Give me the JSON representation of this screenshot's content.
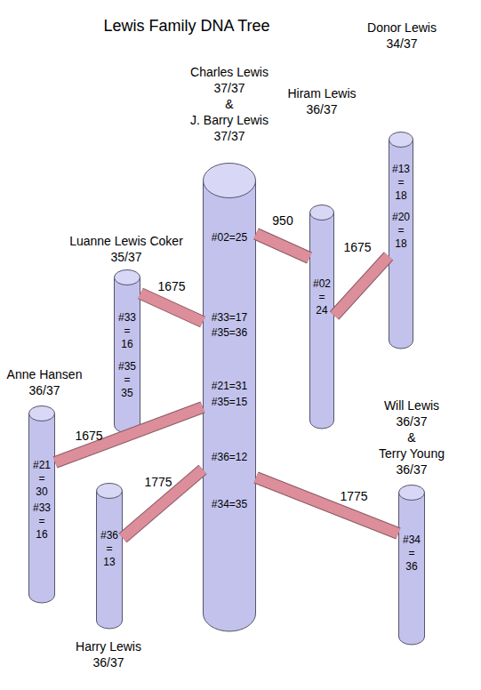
{
  "diagram": {
    "title": "Lewis Family DNA Tree",
    "nodes": [
      {
        "text": [
          "Charles Lewis 37/37",
          "&",
          "J. Barry Lewis 37/37",
          "#02=25",
          "#33=17",
          "#35=36",
          "#21=31",
          "#35=15",
          "#36=12",
          "#34=35"
        ]
      },
      {
        "text": [
          "Hiram Lewis 36/37",
          "#02 = 24"
        ]
      },
      {
        "text": [
          "Donor Lewis 34/37",
          "#13 = 18",
          "#20 = 18"
        ]
      },
      {
        "text": [
          "Luanne Lewis Coker 35/37",
          "#33 = 16",
          "#35 = 35"
        ]
      },
      {
        "text": [
          "Anne Hansen 36/37",
          "#21 = 30",
          "#33 = 16"
        ]
      },
      {
        "text": [
          "Harry Lewis 36/37",
          "#36 = 13"
        ]
      },
      {
        "text": [
          "Will Lewis 36/37",
          "&",
          "Terry Young 36/37",
          "#34 = 36"
        ]
      }
    ],
    "edges": [
      {
        "from": 0,
        "to": 1,
        "arrow": "none",
        "label": "950"
      },
      {
        "from": 1,
        "to": 2,
        "arrow": "none",
        "label": "1675"
      },
      {
        "from": 0,
        "to": 3,
        "arrow": "none",
        "label": "1675"
      },
      {
        "from": 0,
        "to": 4,
        "arrow": "none",
        "label": "1675"
      },
      {
        "from": 0,
        "to": 5,
        "arrow": "none",
        "label": "1775"
      },
      {
        "from": 0,
        "to": 6,
        "arrow": "none",
        "label": "1775"
      }
    ]
  }
}
